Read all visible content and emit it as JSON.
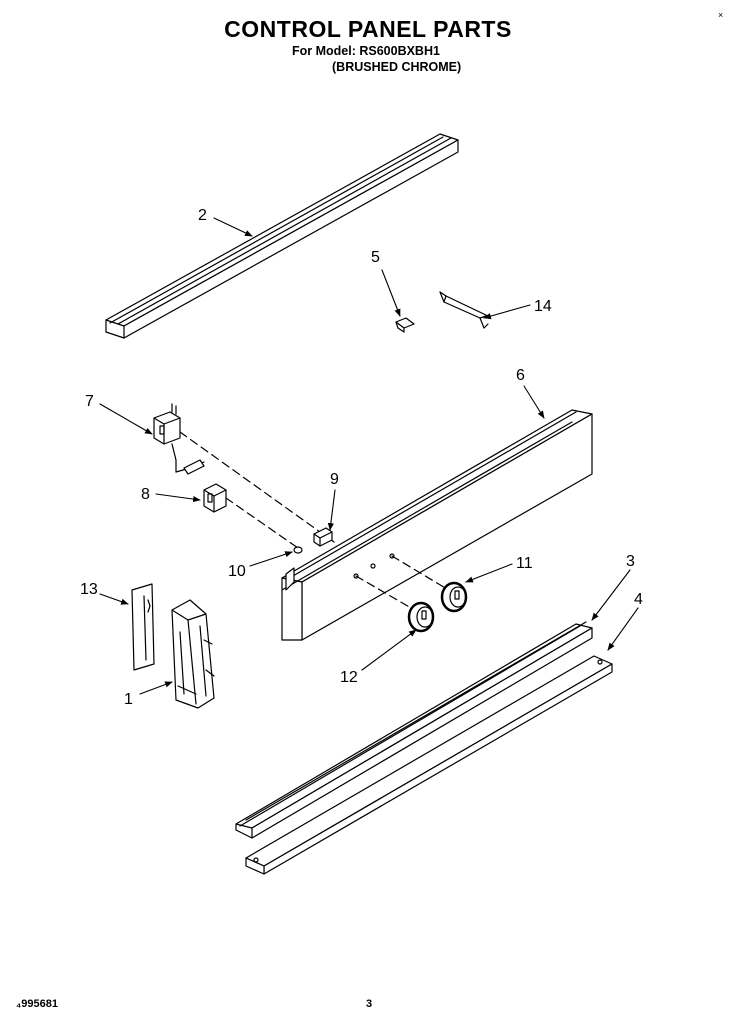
{
  "header": {
    "title": "CONTROL PANEL PARTS",
    "model_line": "For Model: RS600BXBH1",
    "finish_line": "(BRUSHED CHROME)",
    "corner_mark": "×"
  },
  "footer": {
    "doc_number": "₄995681",
    "page_number": "3"
  },
  "callouts": [
    {
      "id": "c2",
      "label": "2"
    },
    {
      "id": "c5",
      "label": "5"
    },
    {
      "id": "c14",
      "label": "14"
    },
    {
      "id": "c6",
      "label": "6"
    },
    {
      "id": "c7",
      "label": "7"
    },
    {
      "id": "c8",
      "label": "8"
    },
    {
      "id": "c9",
      "label": "9"
    },
    {
      "id": "c10",
      "label": "10"
    },
    {
      "id": "c11",
      "label": "11"
    },
    {
      "id": "c3",
      "label": "3"
    },
    {
      "id": "c4",
      "label": "4"
    },
    {
      "id": "c13",
      "label": "13"
    },
    {
      "id": "c12",
      "label": "12"
    },
    {
      "id": "c1",
      "label": "1"
    }
  ]
}
